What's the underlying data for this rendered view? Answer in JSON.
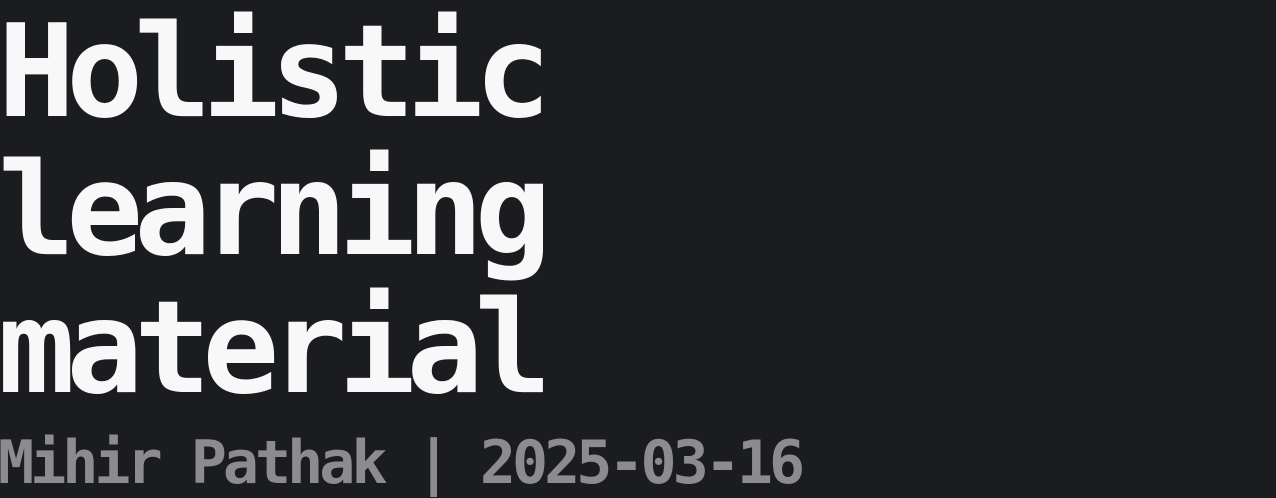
{
  "title": {
    "lines": [
      "Holistic",
      "learning",
      "material"
    ]
  },
  "meta": {
    "author": "Mihir Pathak",
    "separator": "|",
    "date": "2025-03-16"
  },
  "colors": {
    "background": "#1b1c20",
    "title": "#f8f8f8",
    "meta": "#8c8c90"
  }
}
